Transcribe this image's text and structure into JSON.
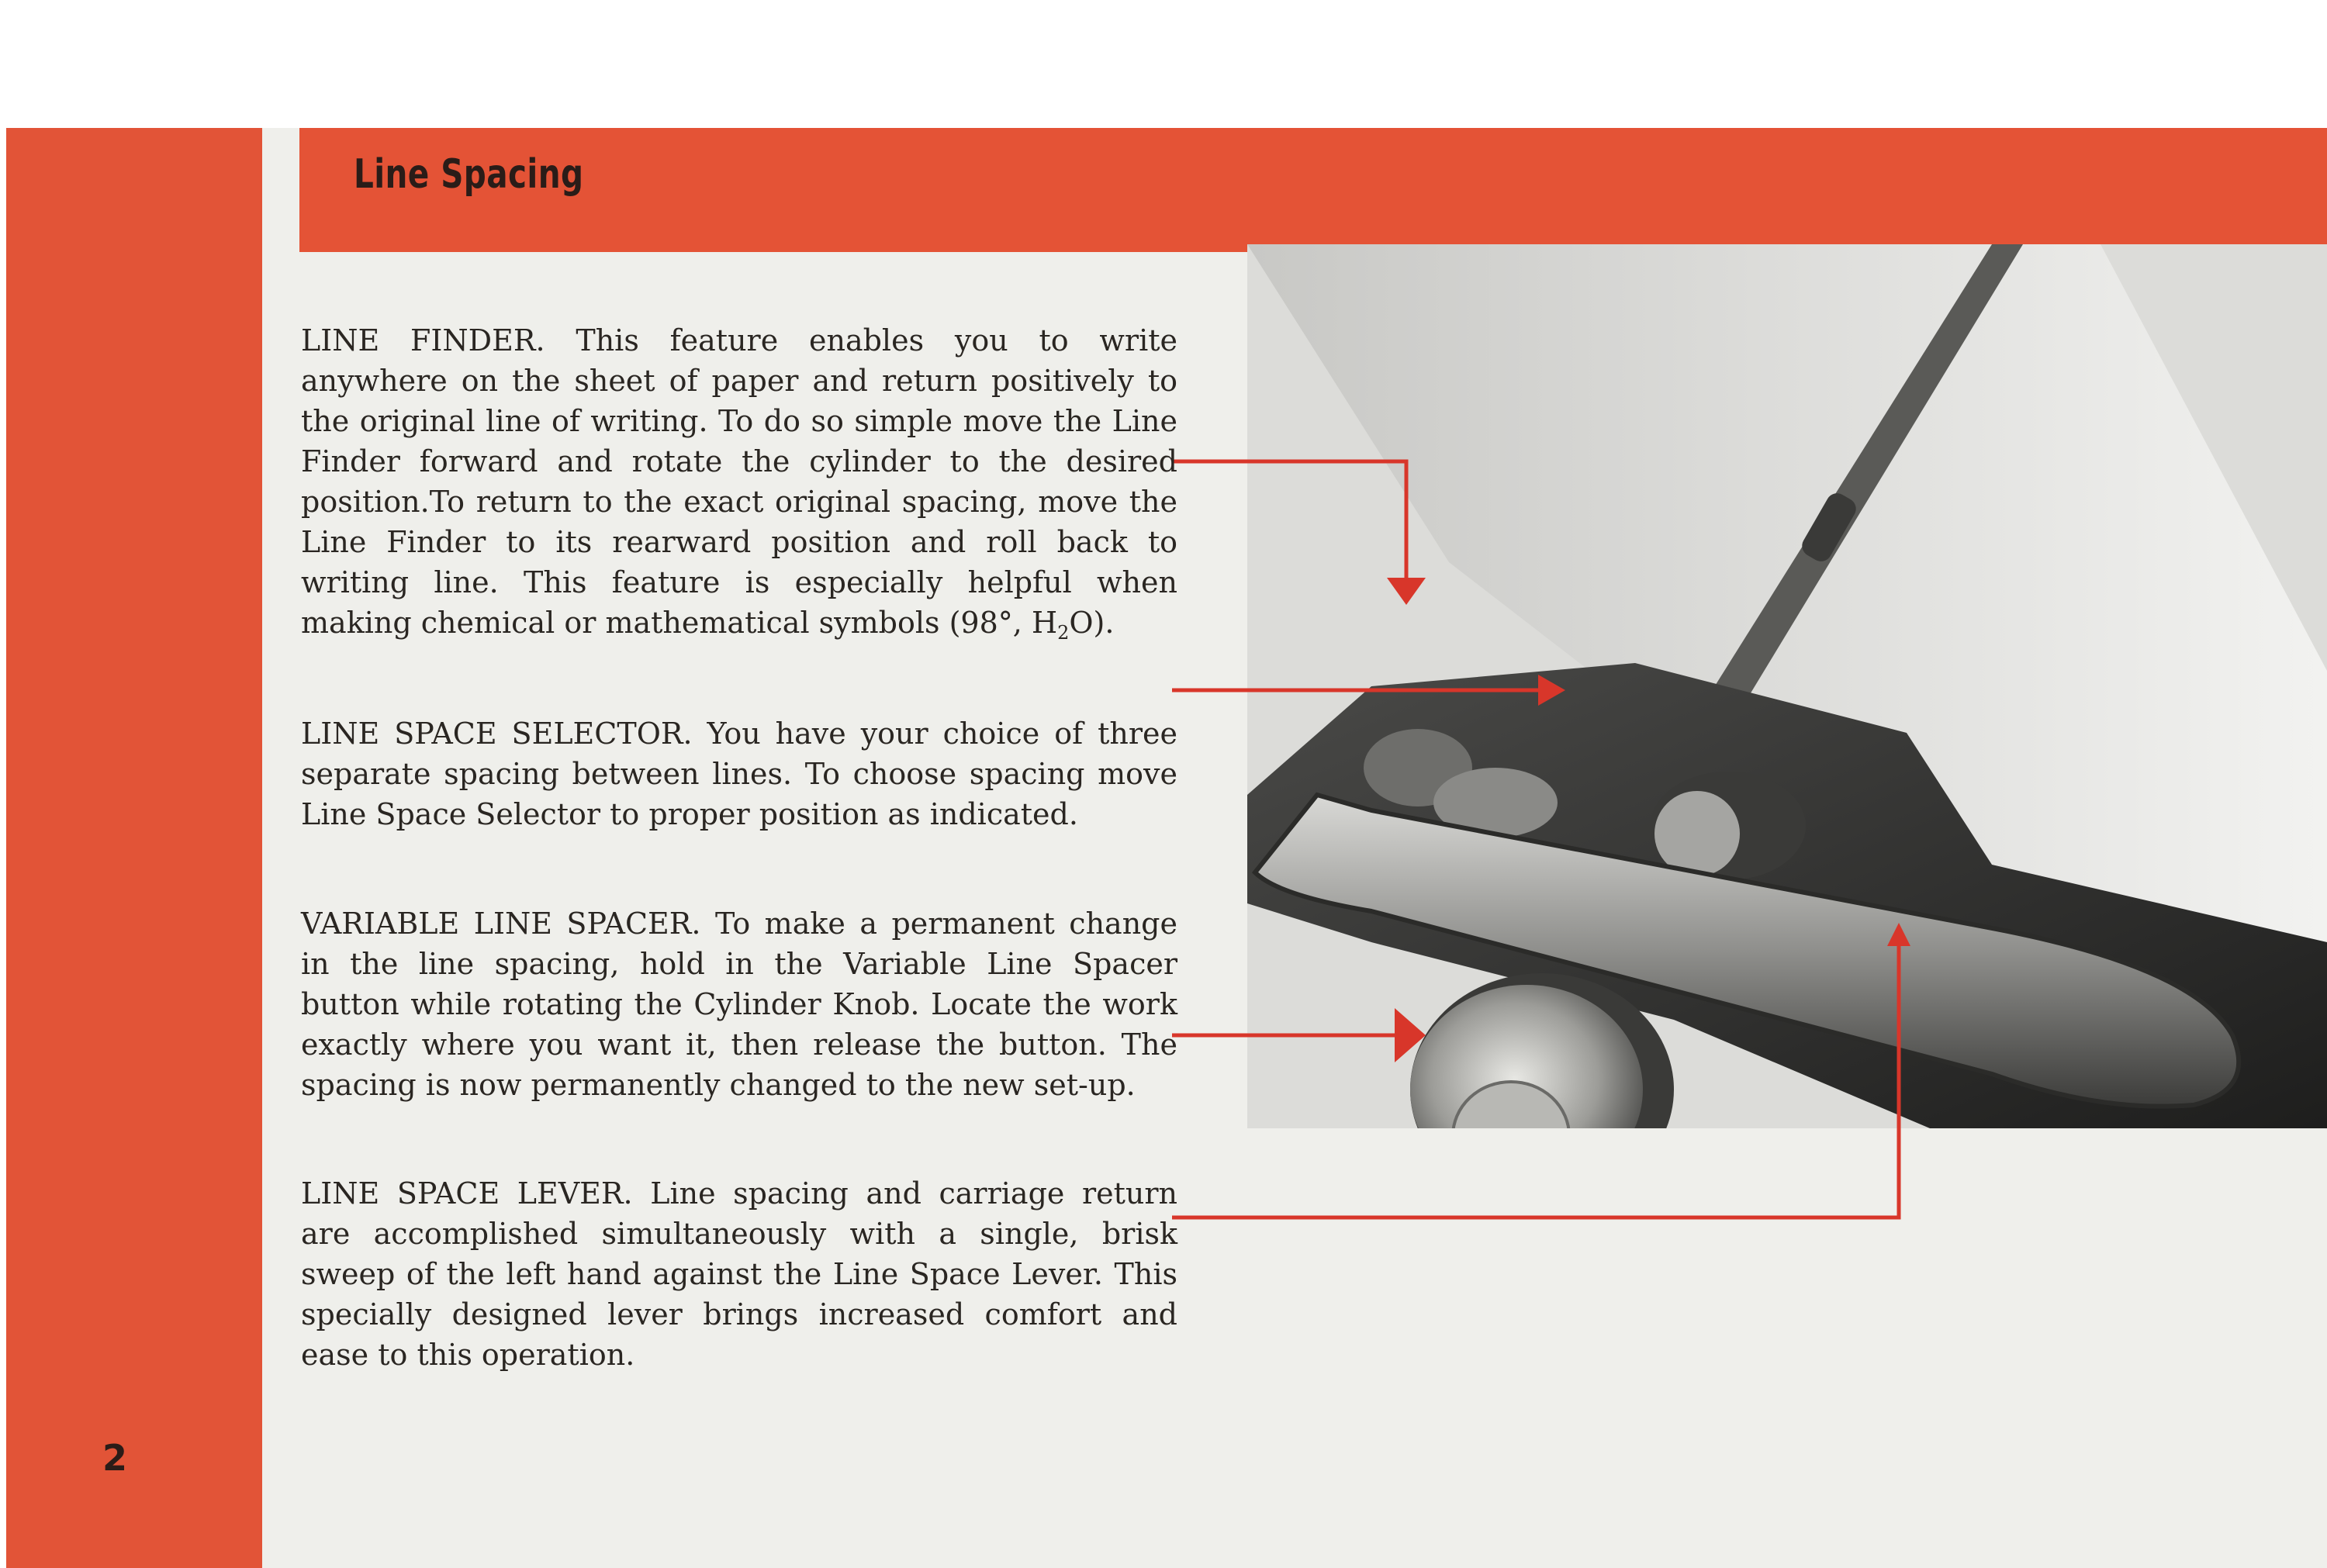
{
  "heading": "Line Spacing",
  "page_number": "2",
  "sections": [
    {
      "term": "LINE FINDER.",
      "body": "This feature enables you to write anywhere on the sheet of paper and return positively to the original line of writing. To do so simple move the Line Finder forward and rotate the cylinder to the desired position.To return to the exact original spacing, move the Line Finder to its rearward position and roll back to writing line. This feature is especially helpful when making chemical or mathematical symbols (98°, H",
      "sub": "2",
      "tail": "O)."
    },
    {
      "term": "LINE SPACE SELECTOR.",
      "body": "You have your choice of three separate spacing between lines. To choose spacing move Line Space Selector to proper position as indicated."
    },
    {
      "term": "VARIABLE LINE SPACER.",
      "body": "To make a permanent change in the line spacing, hold in the Variable Line Spacer button while rotating the Cylinder Knob. Locate the work exactly where you want it, then release the button. The spacing is now permanently changed to the new set-up."
    },
    {
      "term": "LINE SPACE LEVER.",
      "body": "Line spacing and carriage return are accomplished simultaneously with a single, brisk sweep of the left hand against the Line Space Lever. This specially designed lever brings increased comfort and ease to this operation."
    }
  ],
  "colors": {
    "accent_red": "#e25437",
    "paper": "#efefeb",
    "ink": "#2a2622",
    "callout_line": "#d8362a"
  }
}
